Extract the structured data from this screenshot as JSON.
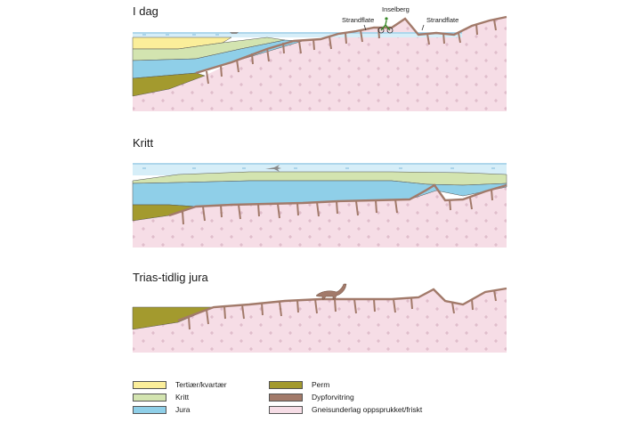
{
  "panels": [
    {
      "title": "I dag"
    },
    {
      "title": "Kritt"
    },
    {
      "title": "Trias-tidlig jura"
    }
  ],
  "annotations": {
    "inselberg": "Inselberg",
    "strandflate_left": "Strandflate",
    "strandflate_right": "Strandflate"
  },
  "legend": [
    {
      "label": "Tertiær/kvartær",
      "color": "#fbee9a"
    },
    {
      "label": "Kritt",
      "color": "#d3e4b0"
    },
    {
      "label": "Jura",
      "color": "#8fcfe8"
    },
    {
      "label": "Perm",
      "color": "#a39a2e"
    },
    {
      "label": "Dypforvitring",
      "color": "#a27a6a"
    },
    {
      "label": "Gneisunderlag oppsprukket/friskt",
      "color": "#f6dde6"
    }
  ],
  "colors": {
    "sea": "#d6eef8",
    "sea_line": "#6aaed6",
    "basement": "#f6dde6",
    "weathering": "#a27a6a"
  }
}
